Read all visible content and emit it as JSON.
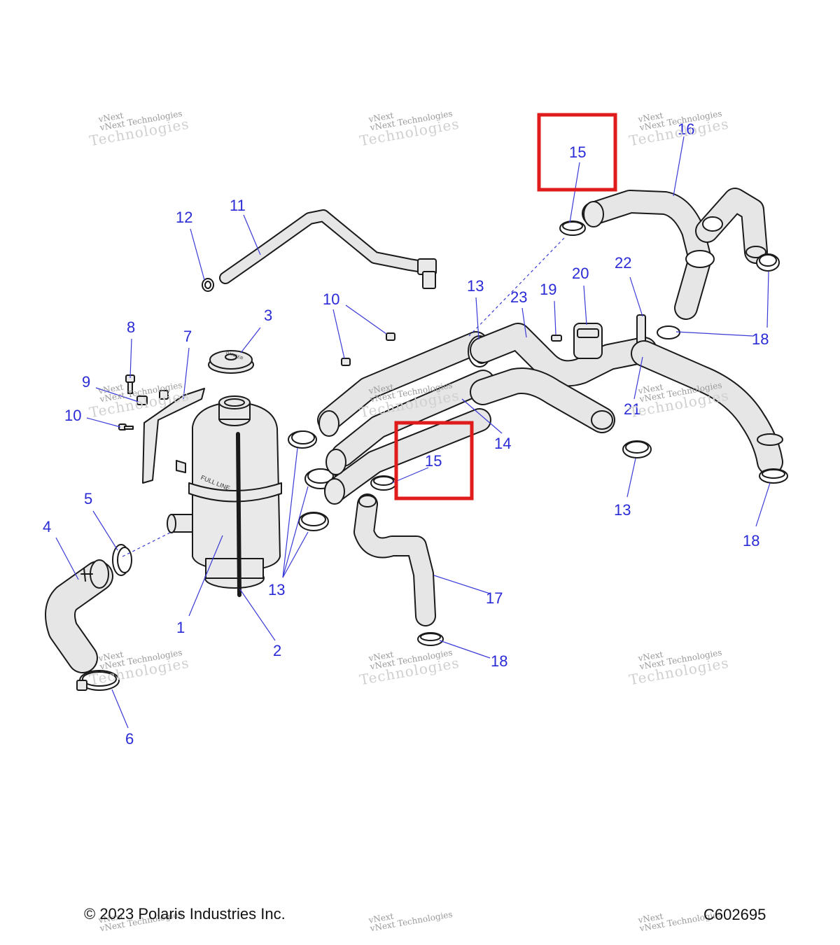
{
  "watermark": {
    "line1": "vNext Technologies",
    "line2": "Technologies",
    "line3": "vNext"
  },
  "footer": {
    "copyright": "© 2023 Polaris Industries Inc.",
    "code": "C602695"
  },
  "callouts": {
    "c1": "1",
    "c2": "2",
    "c3": "3",
    "c4": "4",
    "c5": "5",
    "c6": "6",
    "c7": "7",
    "c8": "8",
    "c9": "9",
    "c10a": "10",
    "c10b": "10",
    "c11": "11",
    "c12": "12",
    "c13a": "13",
    "c13b": "13",
    "c13c": "13",
    "c14": "14",
    "c15a": "15",
    "c15b": "15",
    "c16": "16",
    "c17": "17",
    "c18a": "18",
    "c18b": "18",
    "c18c": "18",
    "c19": "19",
    "c20": "20",
    "c21": "21",
    "c22": "22",
    "c23": "23"
  },
  "tank_cap_text": "DANGER",
  "tank_label": "FULL LINE",
  "colors": {
    "callout": "#2a2ad6",
    "highlight": "#e01b1b"
  }
}
